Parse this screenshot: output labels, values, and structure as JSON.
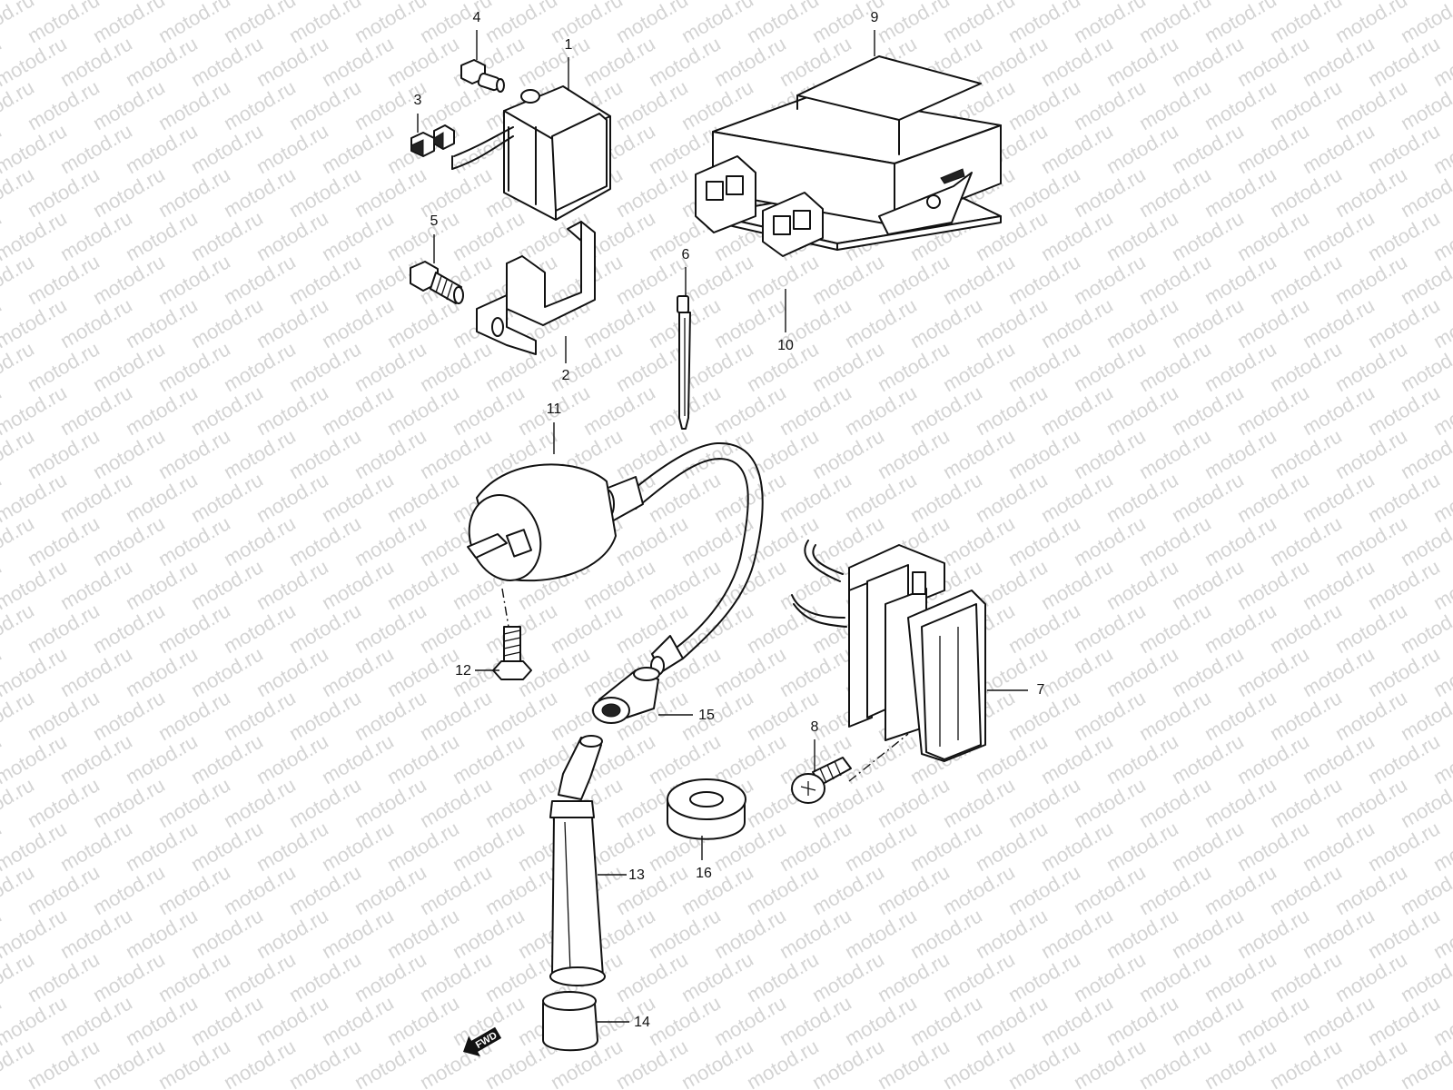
{
  "watermark": "motod.ru",
  "parts": [
    {
      "id": "part-1",
      "label": "1"
    },
    {
      "id": "part-2",
      "label": "2"
    },
    {
      "id": "part-3",
      "label": "3"
    },
    {
      "id": "part-4",
      "label": "4"
    },
    {
      "id": "part-5",
      "label": "5"
    },
    {
      "id": "part-6",
      "label": "6"
    },
    {
      "id": "part-7",
      "label": "7"
    },
    {
      "id": "part-8",
      "label": "8"
    },
    {
      "id": "part-9",
      "label": "9"
    },
    {
      "id": "part-10",
      "label": "10"
    },
    {
      "id": "part-11",
      "label": "11"
    },
    {
      "id": "part-12",
      "label": "12"
    },
    {
      "id": "part-13",
      "label": "13"
    },
    {
      "id": "part-14",
      "label": "14"
    },
    {
      "id": "part-15",
      "label": "15"
    },
    {
      "id": "part-16",
      "label": "16"
    }
  ],
  "fwd_label": "FWD",
  "colors": {
    "line": "#111111",
    "watermark": "#d4d4d4",
    "background": "#ffffff"
  }
}
